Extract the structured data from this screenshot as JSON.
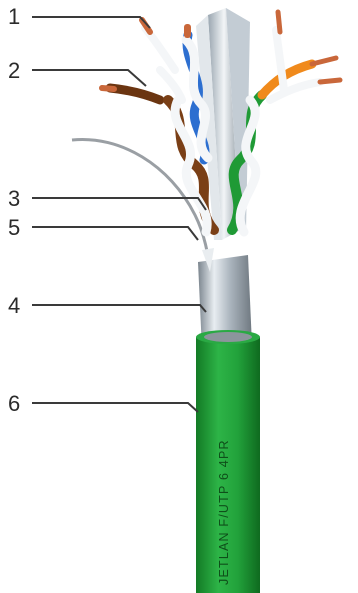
{
  "callouts": [
    {
      "id": "1",
      "label": "1"
    },
    {
      "id": "2",
      "label": "2"
    },
    {
      "id": "3",
      "label": "3"
    },
    {
      "id": "5",
      "label": "5"
    },
    {
      "id": "4",
      "label": "4"
    },
    {
      "id": "6",
      "label": "6"
    }
  ],
  "jacket": {
    "print": "JETLAN F/UTP 6 4PR",
    "color": "#1f9a35"
  },
  "colors": {
    "pair_blue": "#2d6fd0",
    "pair_brown": "#7a3f16",
    "pair_green": "#1f9a35",
    "pair_orange": "#f08a1c",
    "copper": "#c9673a",
    "foil_shield": "#b9c3cc",
    "separator": "#d8dde2"
  }
}
